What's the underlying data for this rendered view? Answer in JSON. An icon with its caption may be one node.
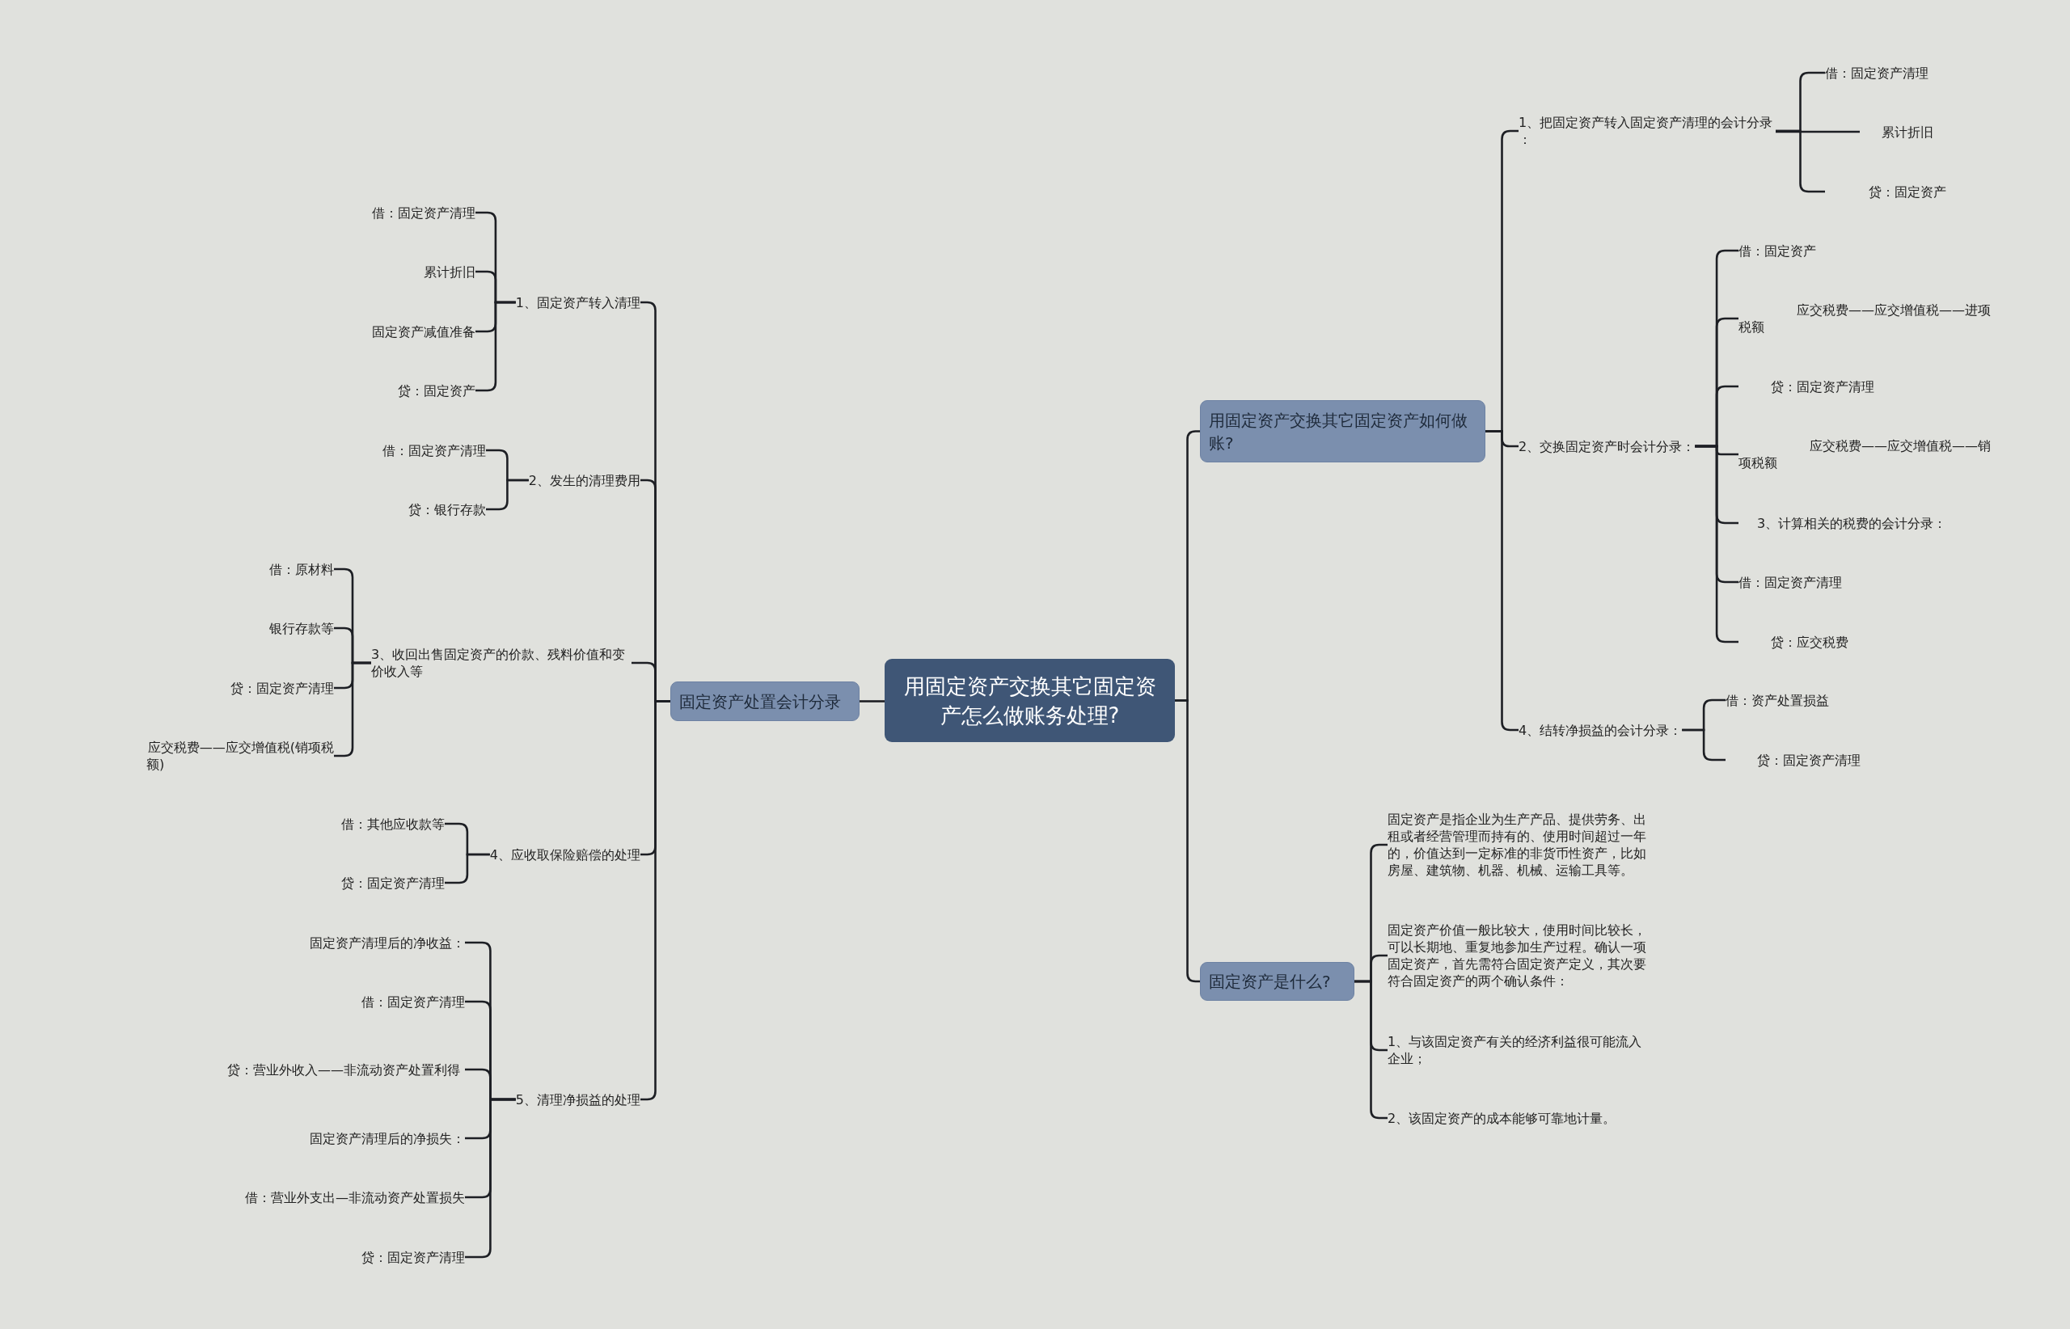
{
  "diagram": {
    "nodes": [
      {
        "text": [
          "用固定资产交换其它固定资产怎么做账务处理?"
        ]
      },
      {
        "text": [
          "固定资产处置会计分录"
        ]
      },
      {
        "text": [
          "1、固定资产转入清理"
        ]
      },
      {
        "text": [
          "借：固定资产清理"
        ]
      },
      {
        "text": [
          "累计折旧"
        ]
      },
      {
        "text": [
          "固定资产减值准备"
        ]
      },
      {
        "text": [
          "贷：固定资产"
        ]
      },
      {
        "text": [
          "2、发生的清理费用"
        ]
      },
      {
        "text": [
          "借：固定资产清理"
        ]
      },
      {
        "text": [
          "贷：银行存款"
        ]
      },
      {
        "text": [
          "3、收回出售固定资产的价款、残料价值和变价收入等"
        ]
      },
      {
        "text": [
          "借：原材料"
        ]
      },
      {
        "text": [
          "银行存款等"
        ]
      },
      {
        "text": [
          "贷：固定资产清理"
        ]
      },
      {
        "text": [
          "应交税费——应交增值税(销项税额)"
        ]
      },
      {
        "text": [
          "4、应收取保险赔偿的处理"
        ]
      },
      {
        "text": [
          "借：其他应收款等"
        ]
      },
      {
        "text": [
          "贷：固定资产清理"
        ]
      },
      {
        "text": [
          "5、清理净损益的处理"
        ]
      },
      {
        "text": [
          "固定资产清理后的净收益："
        ]
      },
      {
        "text": [
          "借：固定资产清理"
        ]
      },
      {
        "text": [
          "贷：营业外收入——非流动资产处置利得"
        ]
      },
      {
        "text": [
          "固定资产清理后的净损失："
        ]
      },
      {
        "text": [
          "借：营业外支出—非流动资产处置损失"
        ]
      },
      {
        "text": [
          "贷：固定资产清理"
        ]
      },
      {
        "text": [
          "用固定资产交换其它固定资产如何做账?"
        ]
      },
      {
        "text": [
          "1、把固定资产转入固定资产清理的会计分录："
        ]
      },
      {
        "text": [
          "借：固定资产清理"
        ]
      },
      {
        "text": [
          "累计折旧"
        ]
      },
      {
        "text": [
          "贷：固定资产"
        ]
      },
      {
        "text": [
          "2、交换固定资产时会计分录："
        ]
      },
      {
        "text": [
          "借：固定资产"
        ]
      },
      {
        "text": [
          "应交税费——应交增值税——进项税额"
        ]
      },
      {
        "text": [
          "贷：固定资产清理"
        ]
      },
      {
        "text": [
          "应交税费——应交增值税——销项税额"
        ]
      },
      {
        "text": [
          "3、计算相关的税费的会计分录："
        ]
      },
      {
        "text": [
          "借：固定资产清理"
        ]
      },
      {
        "text": [
          "贷：应交税费"
        ]
      },
      {
        "text": [
          "4、结转净损益的会计分录："
        ]
      },
      {
        "text": [
          "借：资产处置损益"
        ]
      },
      {
        "text": [
          "贷：固定资产清理"
        ]
      },
      {
        "text": [
          "固定资产是什么?"
        ]
      },
      {
        "text": [
          "固定资产是指企业为生产产品、提供劳务、出租或者经营管理而持有的、使用时间超过一年的，价值达到一定标准的非货币性资产，比如房屋、建筑物、机器、机械、运输工具等。"
        ]
      },
      {
        "text": [
          "固定资产价值一般比较大，使用时间比较长，可以长期地、重复地参加生产过程。确认一项固定资产，首先需符合固定资产定义，其次要符合固定资产的两个确认条件："
        ]
      },
      {
        "text": [
          "1、与该固定资产有关的经济利益很可能流入企业；"
        ]
      },
      {
        "text": [
          "2、该固定资产的成本能够可靠地计量。"
        ]
      }
    ],
    "edges": [
      {
        "from": 0,
        "to": 1,
        "arrow": "none"
      },
      {
        "from": 1,
        "to": 2,
        "arrow": "none"
      },
      {
        "from": 2,
        "to": 3,
        "arrow": "none"
      },
      {
        "from": 2,
        "to": 4,
        "arrow": "none"
      },
      {
        "from": 2,
        "to": 5,
        "arrow": "none"
      },
      {
        "from": 2,
        "to": 6,
        "arrow": "none"
      },
      {
        "from": 1,
        "to": 7,
        "arrow": "none"
      },
      {
        "from": 7,
        "to": 8,
        "arrow": "none"
      },
      {
        "from": 7,
        "to": 9,
        "arrow": "none"
      },
      {
        "from": 1,
        "to": 10,
        "arrow": "none"
      },
      {
        "from": 10,
        "to": 11,
        "arrow": "none"
      },
      {
        "from": 10,
        "to": 12,
        "arrow": "none"
      },
      {
        "from": 10,
        "to": 13,
        "arrow": "none"
      },
      {
        "from": 10,
        "to": 14,
        "arrow": "none"
      },
      {
        "from": 1,
        "to": 15,
        "arrow": "none"
      },
      {
        "from": 15,
        "to": 16,
        "arrow": "none"
      },
      {
        "from": 15,
        "to": 17,
        "arrow": "none"
      },
      {
        "from": 1,
        "to": 18,
        "arrow": "none"
      },
      {
        "from": 18,
        "to": 19,
        "arrow": "none"
      },
      {
        "from": 18,
        "to": 20,
        "arrow": "none"
      },
      {
        "from": 18,
        "to": 21,
        "arrow": "none"
      },
      {
        "from": 18,
        "to": 22,
        "arrow": "none"
      },
      {
        "from": 18,
        "to": 23,
        "arrow": "none"
      },
      {
        "from": 18,
        "to": 24,
        "arrow": "none"
      },
      {
        "from": 0,
        "to": 25,
        "arrow": "none"
      },
      {
        "from": 25,
        "to": 26,
        "arrow": "none"
      },
      {
        "from": 26,
        "to": 27,
        "arrow": "none"
      },
      {
        "from": 26,
        "to": 28,
        "arrow": "none"
      },
      {
        "from": 26,
        "to": 29,
        "arrow": "none"
      },
      {
        "from": 25,
        "to": 30,
        "arrow": "none"
      },
      {
        "from": 30,
        "to": 31,
        "arrow": "none"
      },
      {
        "from": 30,
        "to": 32,
        "arrow": "none"
      },
      {
        "from": 30,
        "to": 33,
        "arrow": "none"
      },
      {
        "from": 30,
        "to": 34,
        "arrow": "none"
      },
      {
        "from": 30,
        "to": 35,
        "arrow": "none"
      },
      {
        "from": 30,
        "to": 36,
        "arrow": "none"
      },
      {
        "from": 30,
        "to": 37,
        "arrow": "none"
      },
      {
        "from": 25,
        "to": 38,
        "arrow": "none"
      },
      {
        "from": 38,
        "to": 39,
        "arrow": "none"
      },
      {
        "from": 38,
        "to": 40,
        "arrow": "none"
      },
      {
        "from": 0,
        "to": 41,
        "arrow": "none"
      },
      {
        "from": 41,
        "to": 42,
        "arrow": "none"
      },
      {
        "from": 41,
        "to": 43,
        "arrow": "none"
      },
      {
        "from": 41,
        "to": 44,
        "arrow": "none"
      },
      {
        "from": 41,
        "to": 45,
        "arrow": "none"
      }
    ]
  }
}
